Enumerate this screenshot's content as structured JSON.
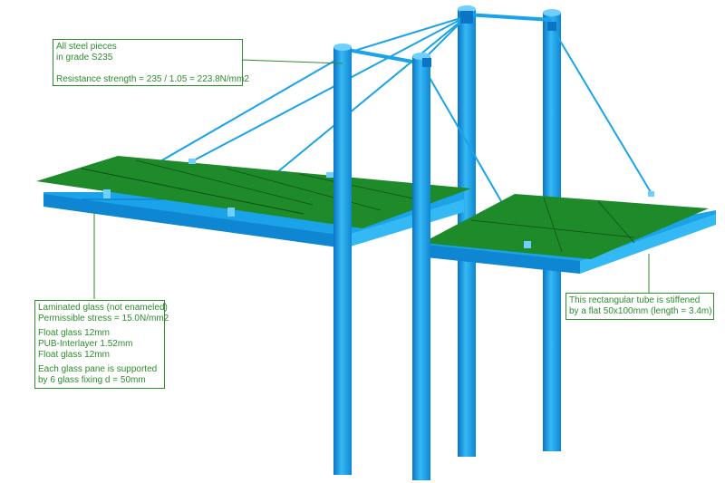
{
  "annotations": {
    "steel": {
      "lines": [
        "All steel pieces",
        "in grade S235",
        "",
        "Resistance strength = 235 / 1.05 = 223.8N/mm2"
      ]
    },
    "glass": {
      "lines": [
        "Laminated glass (not enameled)",
        "Permissible stress = 15.0N/mm2",
        "",
        "Float glass 12mm",
        "PUB-Interlayer 1.52mm",
        "Float glass 12mm",
        "",
        "Each glass pane is supported",
        "by 6 glass fixing d = 50mm"
      ]
    },
    "tube": {
      "lines": [
        "This rectangular tube is stiffened",
        "by a flat 50x100mm (length = 3.4m)"
      ]
    }
  },
  "colors": {
    "steel": "#1aa3e8",
    "steel_dark": "#0b74c4",
    "steel_light": "#6fd0ff",
    "glass": "#1e8a2a",
    "glass_light": "#27a236",
    "annotation": "#2e8b2e"
  }
}
